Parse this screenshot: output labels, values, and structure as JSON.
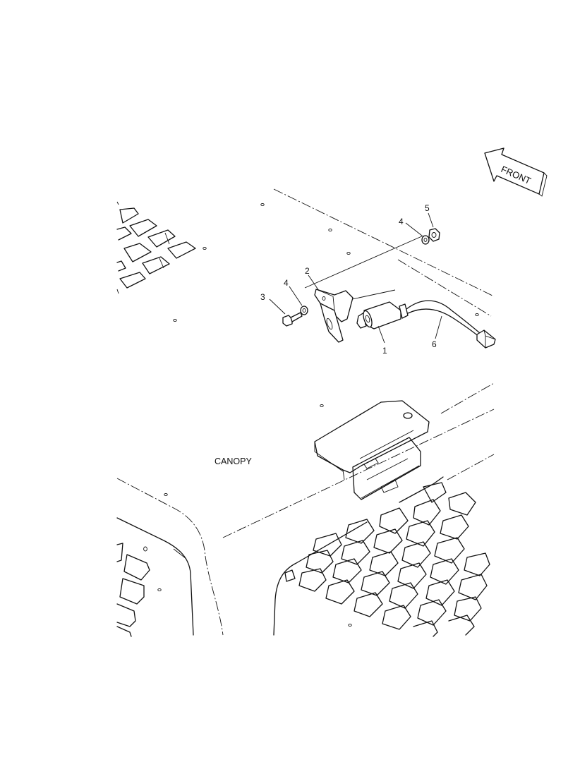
{
  "diagram": {
    "front_label": "FRONT",
    "area_label": "CANOPY",
    "callouts": [
      {
        "id": "c1",
        "text": "1"
      },
      {
        "id": "c2",
        "text": "2"
      },
      {
        "id": "c3",
        "text": "3"
      },
      {
        "id": "c4a",
        "text": "4"
      },
      {
        "id": "c4b",
        "text": "4"
      },
      {
        "id": "c5",
        "text": "5"
      },
      {
        "id": "c6",
        "text": "6"
      }
    ]
  }
}
